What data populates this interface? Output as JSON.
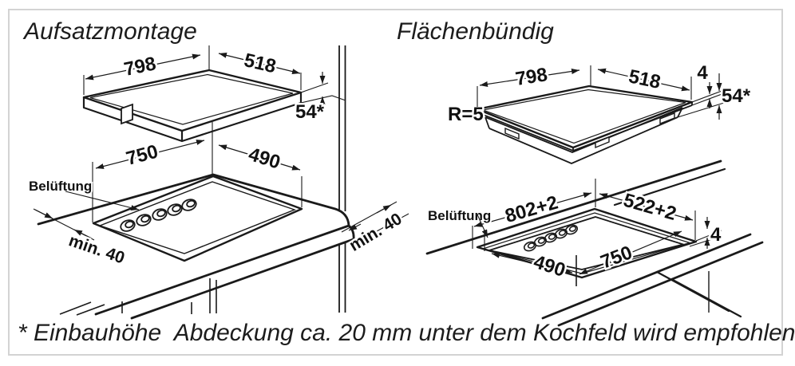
{
  "left": {
    "title": "Aufsatzmontage",
    "hob_width": "798",
    "hob_depth": "518",
    "hob_height": "54*",
    "cut_width": "750",
    "cut_depth": "490",
    "vent": "Belüftung",
    "clearance_left": "min. 40",
    "clearance_right": "min. 40"
  },
  "right": {
    "title": "Flächenbündig",
    "corner_radius": "R=5",
    "hob_width": "798",
    "hob_depth": "518",
    "glass_thickness": "4",
    "hob_height": "54*",
    "cut_width": "802+2",
    "cut_depth": "522+2",
    "inner_width": "750",
    "inner_depth": "490",
    "step_depth": "4",
    "vent": "Belüftung"
  },
  "footnote": "* Einbauhöhe  Abdeckung ca. 20 mm unter dem Kochfeld wird empfohlen",
  "colors": {
    "line": "#1a1a1a",
    "border": "#d3d3d3",
    "background": "#ffffff"
  }
}
